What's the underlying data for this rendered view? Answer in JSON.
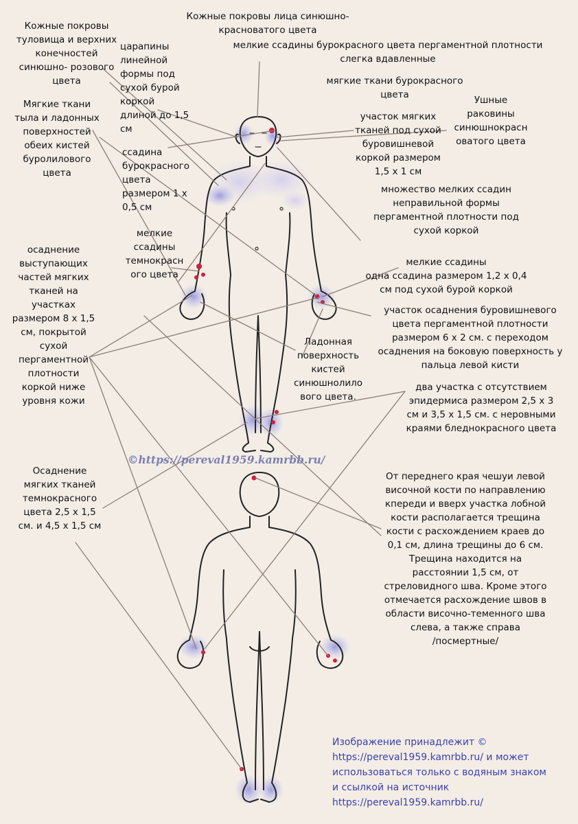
{
  "labels": {
    "skin_torso": "Кожные покровы\nтуловища и верхних\nконечностей\nсинюшно- розового\nцвета",
    "face_skin": "Кожные покровы лица синюшно-\nкрасноватого цвета",
    "small_abrasions_pressed": "мелкие ссадины бурокрасного цвета пергаментной плотности\nслегка вдавленные",
    "linear_scratches": "царапины\nлинейной\nформы под\nсухой бурой\nкоркой\nдлиной до 1,5\nсм",
    "soft_tissue_burgundy": "мягкие ткани бурокрасного\nцвета",
    "ears": "Ушные\nраковины\nсинюшнокрасн\nоватого цвета",
    "soft_tissue_palms": "Мягкие ткани\nтыла и ладонных\nповерхностей\nобеих кистей\nбуролилового\nцвета",
    "soft_tissue_area": "участок мягких\nтканей под сухой\nбуровишневой\nкоркой размером\n1,5 х 1 см",
    "abrasion_red": "ссадина\nбурокрасного\nцвета\nразмером 1 х\n0,5 см",
    "many_abrasions": "множество мелких ссадин\nнеправильной формы\nпергаментной плотности под\nсухой коркой",
    "small_dark_abrasions": "мелкие\nссадины\nтемнокрасн\nого цвета",
    "small_abrasions_size": "мелкие ссадины\nодна ссадина размером 1,2 х 0,4\nсм под сухой бурой коркой",
    "abrasion_protruding": "осаднение\nвыступающих\nчастей мягких\nтканей на\nучастках\nразмером 8 х 1,5\nсм, покрытой\nсухой\nпергаментной\nплотности\nкоркой ниже\nуровня кожи",
    "abrasion_area_finger": "участок осаднения буровишневого\nцвета пергаментной плотности\nразмером 6 х 2 см. с переходом\nосаднения на боковую поверхность у\nпальца левой кисти",
    "palmar_surface": "Ладонная\nповерхность\nкистей\nсинюшнолило\nвого цвета.",
    "epidermis_absent": "два участка с отсутствием\nэпидермиса размером 2,5 х 3\nсм и 3,5 х 1,5 см. с неровными\nкраями бледнокрасного цвета",
    "soft_tissue_abrasion": "Осаднение\nмягких тканей\nтемнокрасного\nцвета 2,5 х 1,5\nсм. и 4,5 х 1,5 см",
    "skull_fracture": "От переднего края чешуи левой\nвисочной кости по направлению\nкпереди и вверх участка лобной\nкости располагается трещина\nкости с расхождением краев до\n0,1 см, длина трещины до 6 см.\nТрещина находится на\nрасстоянии 1,5 см, от\nстреловидного шва. Кроме этого\nотмечается расхождение швов в\nобласти височно-теменного шва\nслева, а также справа\n/посмертные/"
  },
  "watermark": "©https://pereval1959.kamrbb.ru/",
  "copyright_note": "Изображение принадлежит ©\nhttps://pereval1959.kamrbb.ru/ и может\nиспользоваться только с водяным знаком\nи ссылкой на источник\nhttps://pereval1959.kamrbb.ru/",
  "colors": {
    "leader": "#8d7d76",
    "bruise": "#9fa0e0",
    "wound": "#d0203c",
    "note": "#3b3fae"
  }
}
